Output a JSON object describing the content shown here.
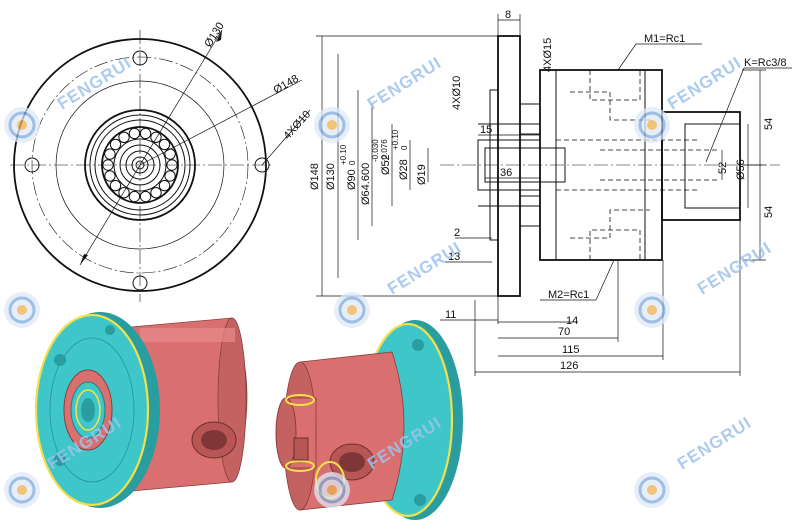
{
  "watermark": {
    "text": "FENGRUI",
    "color": "#9ec3ec"
  },
  "front_view": {
    "labels": {
      "d130": "Ø130",
      "d148": "Ø148",
      "holes": "4XØ10"
    }
  },
  "section_view": {
    "labels": {
      "top8": "8",
      "holes15": "4XØ15",
      "holes10": "4XØ10",
      "m1": "M1=Rc1",
      "k": "K=Rc3/8",
      "m2": "M2=Rc1",
      "d148": "Ø148",
      "d130": "Ø130",
      "d90": "Ø90",
      "d90tol": "+0.10\n0",
      "d64": "Ø64.600",
      "d64tol": "-0.030\n-0.076",
      "d52": "Ø52",
      "d28": "Ø28",
      "d28tol": "+0.10\n0",
      "d19": "Ø19",
      "d56": "Ø56",
      "r54a": "54",
      "r54b": "54",
      "r52": "52",
      "l15": "15",
      "l36": "36",
      "l2": "2",
      "l13": "13",
      "l11": "11",
      "l14": "14",
      "l70": "70",
      "l115": "115",
      "l126": "126"
    }
  },
  "colors": {
    "flange": "#3ec6c8",
    "body": "#d9706f",
    "seal": "#f2e14a",
    "body_dark": "#b85656",
    "flange_dark": "#2a9da0"
  }
}
